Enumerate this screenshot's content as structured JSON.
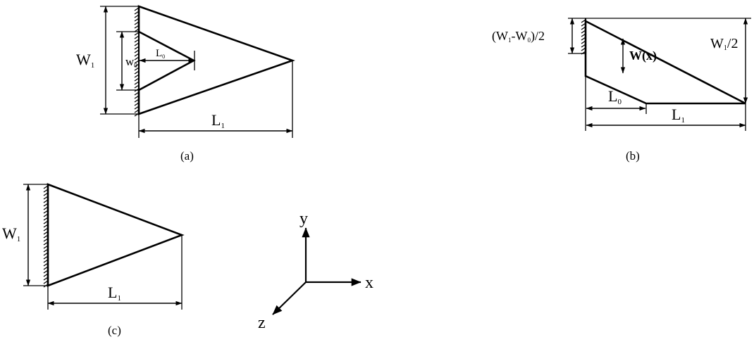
{
  "figure_a": {
    "caption": "(a)",
    "label_W1": "W",
    "label_W1_sub": "1",
    "label_W0": "w",
    "label_W0_sub": "0",
    "label_L0": "L",
    "label_L0_sub": "0",
    "label_L1": "L",
    "label_L1_sub": "1"
  },
  "figure_b": {
    "caption": "(b)",
    "label_offset": "(W",
    "label_offset_sub1": "1",
    "label_offset_mid": "-W",
    "label_offset_sub2": "0",
    "label_offset_end": ")/2",
    "label_Wx": "W(x)",
    "label_half": "W",
    "label_half_sub": "1",
    "label_half_end": "/2",
    "label_L0": "L",
    "label_L0_sub": "0",
    "label_L1": "L",
    "label_L1_sub": "1"
  },
  "figure_c": {
    "caption": "(c)",
    "label_W1": "W",
    "label_W1_sub": "1",
    "label_L1": "L",
    "label_L1_sub": "1"
  },
  "axes": {
    "x": "x",
    "y": "y",
    "z": "z"
  }
}
